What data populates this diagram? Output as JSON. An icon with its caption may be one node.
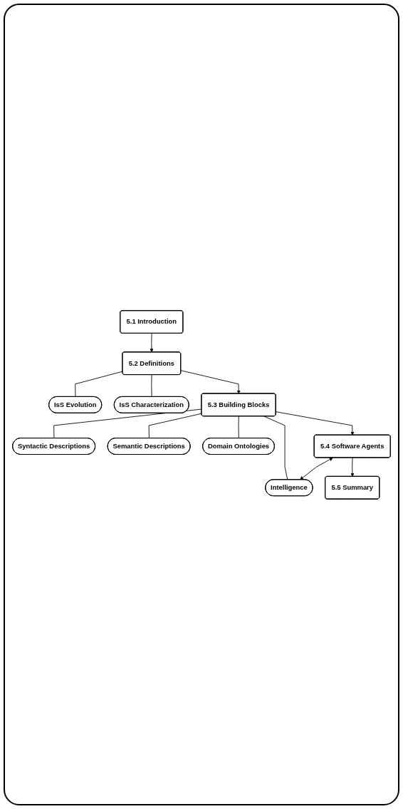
{
  "diagram": {
    "nodes": [
      {
        "text": [
          "5.1 Introduction"
        ]
      },
      {
        "text": [
          "5.2 Definitions"
        ]
      },
      {
        "text": [
          "IsS Evolution"
        ]
      },
      {
        "text": [
          "IsS Characterization"
        ]
      },
      {
        "text": [
          "5.3 Building Blocks"
        ]
      },
      {
        "text": [
          "Syntactic Descriptions"
        ]
      },
      {
        "text": [
          "Semantic Descriptions"
        ]
      },
      {
        "text": [
          "Domain Ontologies"
        ]
      },
      {
        "text": [
          "Intelligence"
        ]
      },
      {
        "text": [
          "5.4 Software Agents"
        ]
      },
      {
        "text": [
          "5.5 Summary"
        ]
      }
    ],
    "edges": [
      {
        "from": 0,
        "to": 1,
        "arrow": "to"
      },
      {
        "from": 1,
        "to": 2,
        "arrow": "none"
      },
      {
        "from": 1,
        "to": 3,
        "arrow": "none"
      },
      {
        "from": 1,
        "to": 4,
        "arrow": "to"
      },
      {
        "from": 4,
        "to": 5,
        "arrow": "none"
      },
      {
        "from": 4,
        "to": 6,
        "arrow": "none"
      },
      {
        "from": 4,
        "to": 7,
        "arrow": "none"
      },
      {
        "from": 4,
        "to": 8,
        "arrow": "none"
      },
      {
        "from": 4,
        "to": 9,
        "arrow": "to"
      },
      {
        "from": 9,
        "to": 8,
        "arrow": "both"
      },
      {
        "from": 9,
        "to": 10,
        "arrow": "to"
      }
    ]
  }
}
